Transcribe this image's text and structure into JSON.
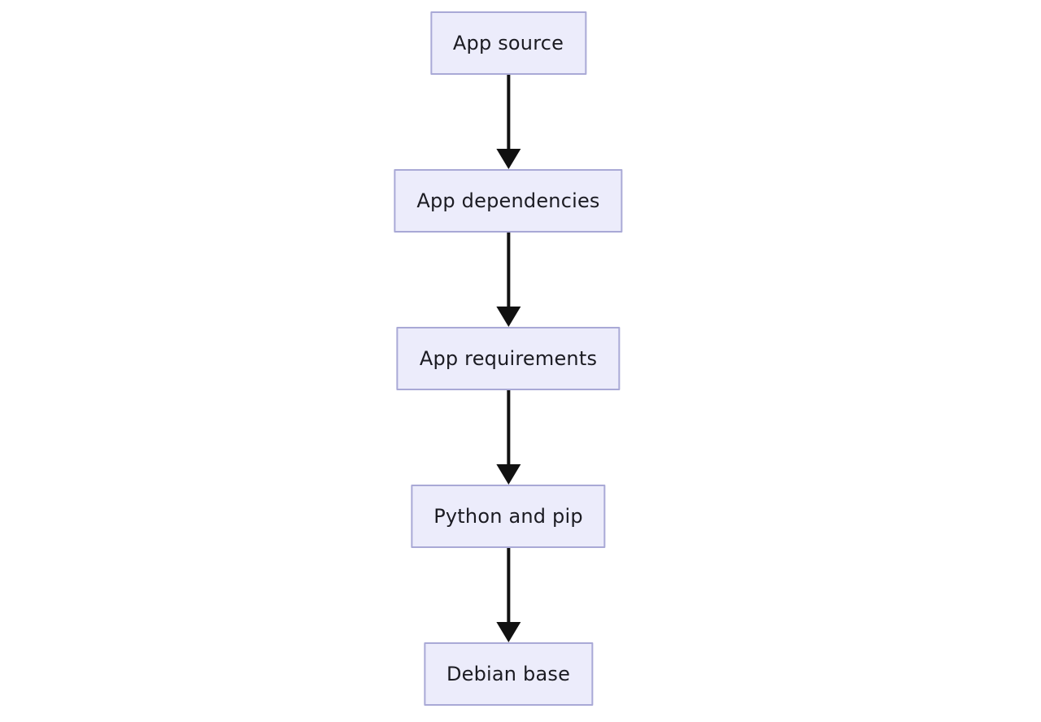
{
  "diagram": {
    "type": "flowchart",
    "direction": "top-down",
    "nodes": [
      {
        "id": "app-source",
        "label": "App source"
      },
      {
        "id": "app-dependencies",
        "label": "App dependencies"
      },
      {
        "id": "app-requirements",
        "label": "App requirements"
      },
      {
        "id": "python-and-pip",
        "label": "Python and pip"
      },
      {
        "id": "debian-base",
        "label": "Debian base"
      }
    ],
    "edges": [
      {
        "from": "App source",
        "to": "App dependencies",
        "style": "solid-arrow"
      },
      {
        "from": "App dependencies",
        "to": "App requirements",
        "style": "solid-arrow"
      },
      {
        "from": "App requirements",
        "to": "Python and pip",
        "style": "solid-arrow"
      },
      {
        "from": "Python and pip",
        "to": "Debian base",
        "style": "solid-arrow"
      }
    ],
    "colors": {
      "background": "#ffffff",
      "node_fill": "#ececfb",
      "node_border": "#a9a9d6",
      "node_text": "#1b1b22",
      "arrow": "#111111"
    }
  }
}
